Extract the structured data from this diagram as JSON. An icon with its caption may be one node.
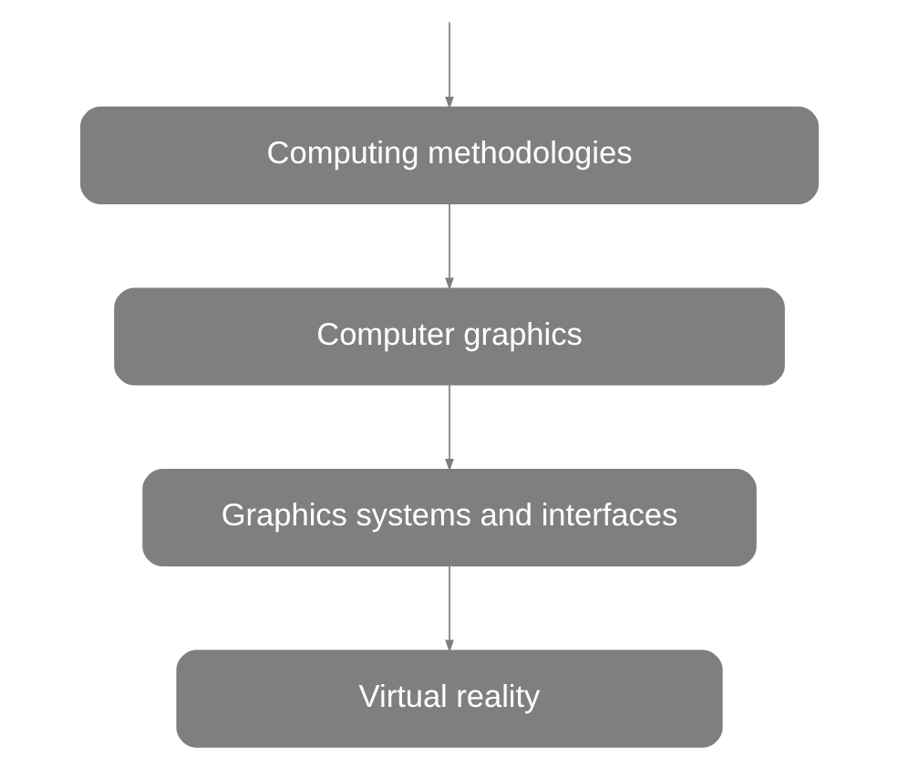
{
  "diagram": {
    "nodes": [
      {
        "text": [
          "Computing methodologies"
        ]
      },
      {
        "text": [
          "Computer graphics"
        ]
      },
      {
        "text": [
          "Graphics systems and interfaces"
        ]
      },
      {
        "text": [
          "Virtual reality"
        ]
      }
    ],
    "edges": [
      {
        "from": null,
        "to": 0,
        "arrow": "to"
      },
      {
        "from": 0,
        "to": 1,
        "arrow": "to"
      },
      {
        "from": 1,
        "to": 2,
        "arrow": "to"
      },
      {
        "from": 2,
        "to": 3,
        "arrow": "to"
      }
    ]
  }
}
